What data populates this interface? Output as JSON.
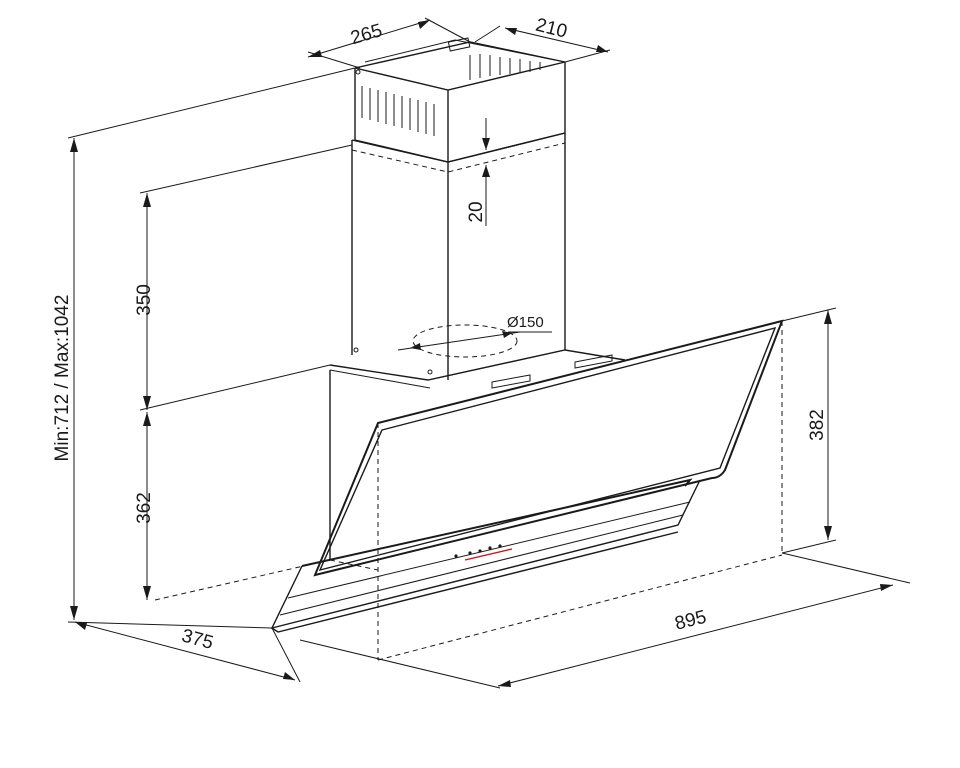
{
  "dimensions": {
    "overall_height": "Min:712 / Max:1042",
    "chimney_upper_width": "265",
    "chimney_upper_depth": "210",
    "chimney_overlap": "20",
    "chimney_lower_height": "350",
    "duct_diameter": "Ø150",
    "hood_body_height": "362",
    "glass_panel_height": "382",
    "hood_depth": "375",
    "hood_width": "895"
  },
  "colors": {
    "line": "#1a1a1a",
    "accent_led": "#d01010",
    "background": "#ffffff"
  },
  "icons": {
    "control_buttons": "touch-control-dots",
    "led_strip": "red-led-line"
  }
}
